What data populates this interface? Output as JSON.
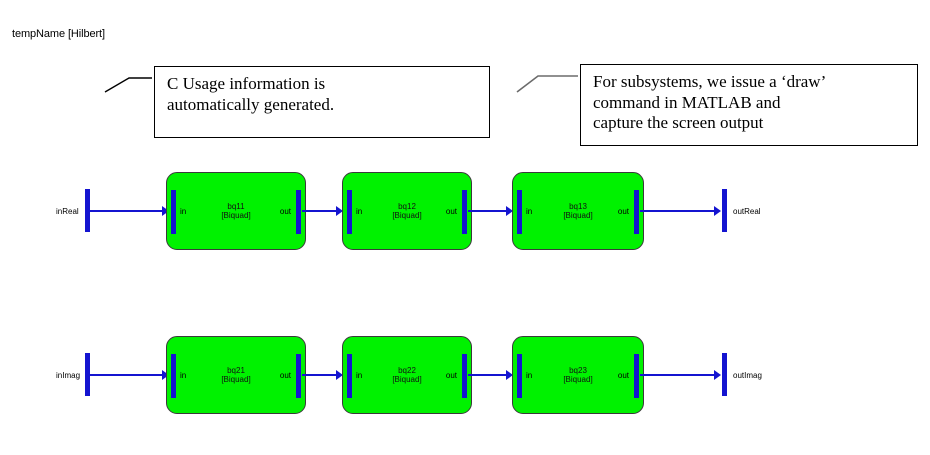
{
  "title": "tempName [Hilbert]",
  "callouts": [
    {
      "name": "c-usage-callout",
      "lines": [
        "C Usage information is",
        "automatically generated."
      ]
    },
    {
      "name": "draw-command-callout",
      "lines": [
        "For subsystems, we issue a ‘draw’",
        "command in MATLAB and",
        "capture the screen output"
      ]
    }
  ],
  "diagram": {
    "port_in_label": "in",
    "port_out_label": "out",
    "rows": [
      {
        "name": "real-chain",
        "input_terminal": "inReal",
        "output_terminal": "outReal",
        "blocks": [
          {
            "name": "bq11",
            "type": "[Biquad]"
          },
          {
            "name": "bq12",
            "type": "[Biquad]"
          },
          {
            "name": "bq13",
            "type": "[Biquad]"
          }
        ]
      },
      {
        "name": "imag-chain",
        "input_terminal": "inImag",
        "output_terminal": "outImag",
        "blocks": [
          {
            "name": "bq21",
            "type": "[Biquad]"
          },
          {
            "name": "bq22",
            "type": "[Biquad]"
          },
          {
            "name": "bq23",
            "type": "[Biquad]"
          }
        ]
      }
    ]
  },
  "colors": {
    "block_fill": "#00F200",
    "port_blue": "#1414D0",
    "block_border": "#3A3A3A"
  }
}
